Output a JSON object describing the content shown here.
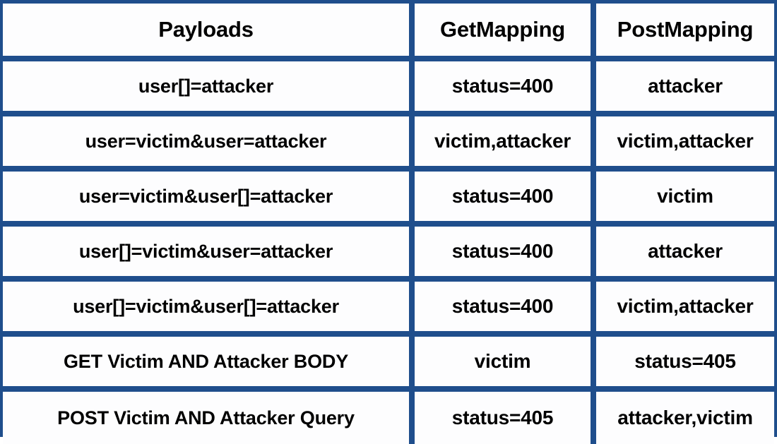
{
  "table": {
    "columns": [
      {
        "key": "payload",
        "label": "Payloads"
      },
      {
        "key": "get",
        "label": "GetMapping"
      },
      {
        "key": "post",
        "label": "PostMapping"
      }
    ],
    "rows": [
      {
        "payload": "user[]=attacker",
        "get": "status=400",
        "post": "attacker"
      },
      {
        "payload": "user=victim&user=attacker",
        "get": "victim,attacker",
        "post": "victim,attacker"
      },
      {
        "payload": "user=victim&user[]=attacker",
        "get": "status=400",
        "post": "victim"
      },
      {
        "payload": "user[]=victim&user=attacker",
        "get": "status=400",
        "post": "attacker"
      },
      {
        "payload": "user[]=victim&user[]=attacker",
        "get": "status=400",
        "post": "victim,attacker"
      },
      {
        "payload": "GET Victim AND Attacker BODY",
        "get": "victim",
        "post": "status=405"
      },
      {
        "payload": "POST Victim AND Attacker Query",
        "get": "status=405",
        "post": "attacker,victim"
      }
    ]
  },
  "style": {
    "grid_color": "#1F4E8C",
    "cell_background": "#FDFDFE",
    "text_color": "#000000"
  }
}
